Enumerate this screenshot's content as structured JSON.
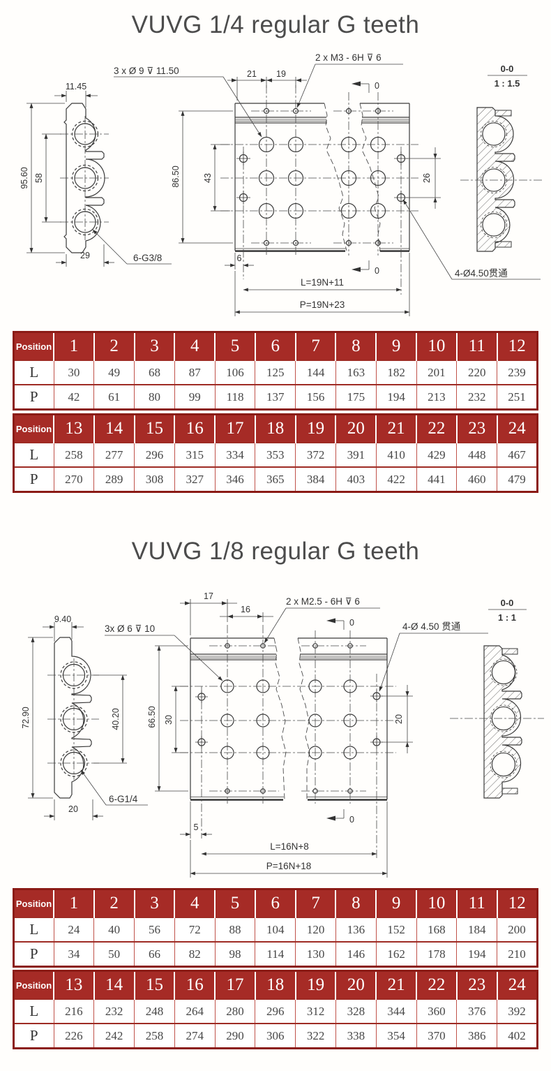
{
  "sections": [
    {
      "title": "VUVG 1/4 regular G teeth",
      "labels": {
        "w_top": "11.45",
        "h_out": "95.60",
        "h_ports": "58",
        "w_bot": "29",
        "port_thread": "6-G3/8",
        "holes": "3 x Ø 9 ⊽ 11.50",
        "d21": "21",
        "d19": "19",
        "thread": "2 x M3 - 6H ⊽ 6",
        "datum": "0",
        "h_face": "86.50",
        "d43": "43",
        "d26": "26",
        "d6": "6",
        "L": "L=19N+11",
        "P": "P=19N+23",
        "through": "4-Ø4.50贯通",
        "sec": "0-0",
        "scale": "1 : 1.5"
      }
    },
    {
      "title": "VUVG 1/8 regular G teeth",
      "labels": {
        "w_top": "9.40",
        "h_out": "72.90",
        "h_ports": "40.20",
        "w_bot": "20",
        "port_thread": "6-G1/4",
        "holes": "3x Ø 6 ⊽ 10",
        "d17": "17",
        "d16": "16",
        "thread": "2 x M2.5 - 6H ⊽ 6",
        "datum": "0",
        "h_face": "66.50",
        "d30": "30",
        "d20": "20",
        "d5": "5",
        "L": "L=16N+8",
        "P": "P=16N+18",
        "through": "4-Ø 4.50 贯通",
        "sec": "0-0",
        "scale": "1 : 1"
      }
    }
  ],
  "tables": [
    {
      "name": "vuvg-1-4-positions-1-12",
      "header_label": "Position",
      "positions": [
        "1",
        "2",
        "3",
        "4",
        "5",
        "6",
        "7",
        "8",
        "9",
        "10",
        "11",
        "12"
      ],
      "rows": [
        {
          "label": "L",
          "values": [
            "30",
            "49",
            "68",
            "87",
            "106",
            "125",
            "144",
            "163",
            "182",
            "201",
            "220",
            "239"
          ]
        },
        {
          "label": "P",
          "values": [
            "42",
            "61",
            "80",
            "99",
            "118",
            "137",
            "156",
            "175",
            "194",
            "213",
            "232",
            "251"
          ]
        }
      ]
    },
    {
      "name": "vuvg-1-4-positions-13-24",
      "header_label": "Position",
      "positions": [
        "13",
        "14",
        "15",
        "16",
        "17",
        "18",
        "19",
        "20",
        "21",
        "22",
        "23",
        "24"
      ],
      "rows": [
        {
          "label": "L",
          "values": [
            "258",
            "277",
            "296",
            "315",
            "334",
            "353",
            "372",
            "391",
            "410",
            "429",
            "448",
            "467"
          ]
        },
        {
          "label": "P",
          "values": [
            "270",
            "289",
            "308",
            "327",
            "346",
            "365",
            "384",
            "403",
            "422",
            "441",
            "460",
            "479"
          ]
        }
      ]
    },
    {
      "name": "vuvg-1-8-positions-1-12",
      "header_label": "Position",
      "positions": [
        "1",
        "2",
        "3",
        "4",
        "5",
        "6",
        "7",
        "8",
        "9",
        "10",
        "11",
        "12"
      ],
      "rows": [
        {
          "label": "L",
          "values": [
            "24",
            "40",
            "56",
            "72",
            "88",
            "104",
            "120",
            "136",
            "152",
            "168",
            "184",
            "200"
          ]
        },
        {
          "label": "P",
          "values": [
            "34",
            "50",
            "66",
            "82",
            "98",
            "114",
            "130",
            "146",
            "162",
            "178",
            "194",
            "210"
          ]
        }
      ]
    },
    {
      "name": "vuvg-1-8-positions-13-24",
      "header_label": "Position",
      "positions": [
        "13",
        "14",
        "15",
        "16",
        "17",
        "18",
        "19",
        "20",
        "21",
        "22",
        "23",
        "24"
      ],
      "rows": [
        {
          "label": "L",
          "values": [
            "216",
            "232",
            "248",
            "264",
            "280",
            "296",
            "312",
            "328",
            "344",
            "360",
            "376",
            "392"
          ]
        },
        {
          "label": "P",
          "values": [
            "226",
            "242",
            "258",
            "274",
            "290",
            "306",
            "322",
            "338",
            "354",
            "370",
            "386",
            "402"
          ]
        }
      ]
    }
  ],
  "colors": {
    "table_header_bg": "#A62B26",
    "table_outer_border": "#8B1B16",
    "table_inner_border": "#C0524A",
    "drawing_line": "#3a3a3a",
    "title_text": "#4c4c4c"
  }
}
